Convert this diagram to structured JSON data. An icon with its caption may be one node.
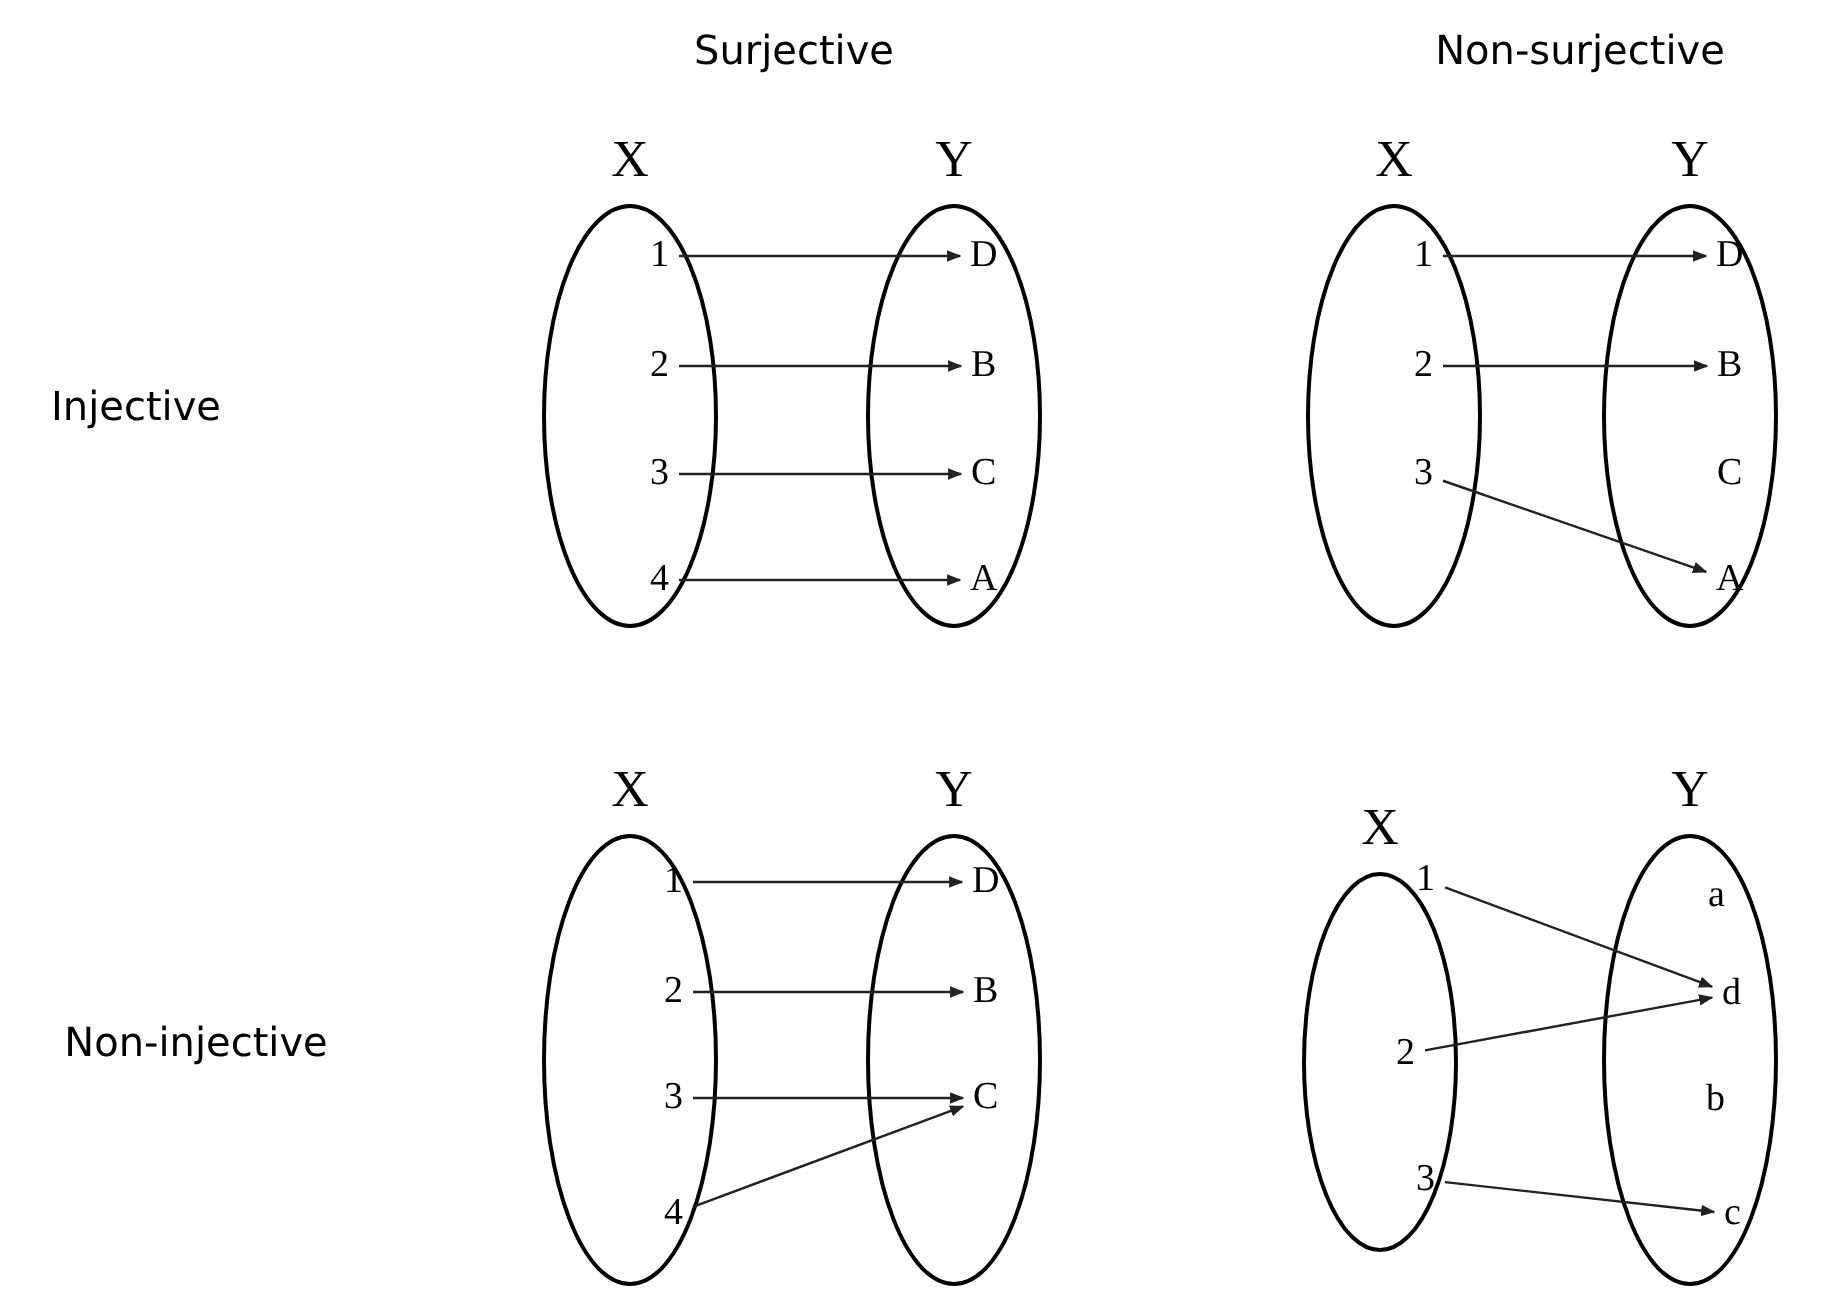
{
  "diagram": {
    "nodes": [
      {
        "text": [
          "X"
        ]
      },
      {
        "text": [
          "1"
        ],
        "in": 0
      },
      {
        "text": [
          "2"
        ],
        "in": 0
      },
      {
        "text": [
          "3"
        ],
        "in": 0
      },
      {
        "text": [
          "4"
        ],
        "in": 0
      },
      {
        "text": [
          "Y"
        ]
      },
      {
        "text": [
          "D"
        ],
        "in": 5
      },
      {
        "text": [
          "B"
        ],
        "in": 5
      },
      {
        "text": [
          "C"
        ],
        "in": 5
      },
      {
        "text": [
          "A"
        ],
        "in": 5
      },
      {
        "text": [
          "X"
        ]
      },
      {
        "text": [
          "1"
        ],
        "in": 10
      },
      {
        "text": [
          "2"
        ],
        "in": 10
      },
      {
        "text": [
          "3"
        ],
        "in": 10
      },
      {
        "text": [
          "Y"
        ]
      },
      {
        "text": [
          "D"
        ],
        "in": 14
      },
      {
        "text": [
          "B"
        ],
        "in": 14
      },
      {
        "text": [
          "C"
        ],
        "in": 14
      },
      {
        "text": [
          "A"
        ],
        "in": 14
      },
      {
        "text": [
          "X"
        ]
      },
      {
        "text": [
          "1"
        ],
        "in": 19
      },
      {
        "text": [
          "2"
        ],
        "in": 19
      },
      {
        "text": [
          "3"
        ],
        "in": 19
      },
      {
        "text": [
          "4"
        ],
        "in": 19
      },
      {
        "text": [
          "Y"
        ]
      },
      {
        "text": [
          "D"
        ],
        "in": 24
      },
      {
        "text": [
          "B"
        ],
        "in": 24
      },
      {
        "text": [
          "C"
        ],
        "in": 24
      },
      {
        "text": [
          "X"
        ]
      },
      {
        "text": [
          "1"
        ],
        "in": 28
      },
      {
        "text": [
          "2"
        ],
        "in": 28
      },
      {
        "text": [
          "3"
        ],
        "in": 28
      },
      {
        "text": [
          "Y"
        ]
      },
      {
        "text": [
          "a"
        ],
        "in": 32
      },
      {
        "text": [
          "d"
        ],
        "in": 32
      },
      {
        "text": [
          "b"
        ],
        "in": 32
      },
      {
        "text": [
          "c"
        ],
        "in": 32
      }
    ],
    "edges": [
      {
        "from": 1,
        "to": 6,
        "arrow": "to"
      },
      {
        "from": 2,
        "to": 7,
        "arrow": "to"
      },
      {
        "from": 3,
        "to": 8,
        "arrow": "to"
      },
      {
        "from": 4,
        "to": 9,
        "arrow": "to"
      },
      {
        "from": 11,
        "to": 15,
        "arrow": "to"
      },
      {
        "from": 12,
        "to": 16,
        "arrow": "to"
      },
      {
        "from": 13,
        "to": 18,
        "arrow": "to"
      },
      {
        "from": 20,
        "to": 25,
        "arrow": "to"
      },
      {
        "from": 21,
        "to": 26,
        "arrow": "to"
      },
      {
        "from": 22,
        "to": 27,
        "arrow": "to"
      },
      {
        "from": 23,
        "to": 27,
        "arrow": "to"
      },
      {
        "from": 29,
        "to": 34,
        "arrow": "to"
      },
      {
        "from": 30,
        "to": 34,
        "arrow": "to"
      },
      {
        "from": 31,
        "to": 36,
        "arrow": "to"
      }
    ],
    "labels": [
      "Surjective",
      "Non-surjective",
      "Injective",
      "Non-injective"
    ]
  }
}
